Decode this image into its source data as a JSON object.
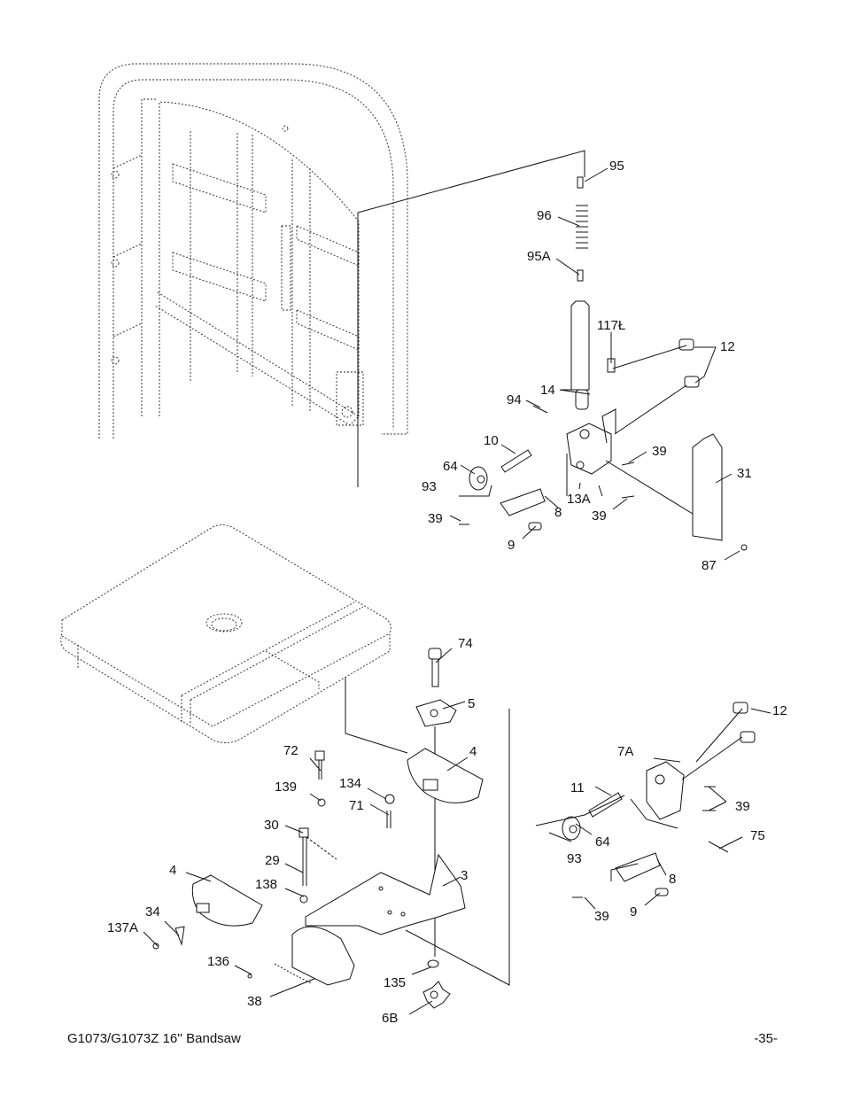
{
  "labels": {
    "p95": "95",
    "p96": "96",
    "p95a": "95A",
    "p117": "117Ł",
    "p12_top": "12",
    "p14": "14",
    "p94": "94",
    "p10": "10",
    "p39_a": "39",
    "p31": "31",
    "p64_top": "64",
    "p93_top": "93",
    "p13a": "13A",
    "p8_top": "8",
    "p39_b": "39",
    "p39_c": "39",
    "p9_top": "9",
    "p87": "87",
    "p74": "74",
    "p5": "5",
    "p12_bot": "12",
    "p72": "72",
    "p4_top": "4",
    "p7a": "7A",
    "p139": "139",
    "p134": "134",
    "p71": "71",
    "p11": "11",
    "p39_d": "39",
    "p30": "30",
    "p75": "75",
    "p64_bot": "64",
    "p93_bot": "93",
    "p29": "29",
    "p3": "3",
    "p4_left": "4",
    "p8_bot": "8",
    "p138": "138",
    "p34": "34",
    "p39_e": "39",
    "p9_bot": "9",
    "p137a": "137A",
    "p136": "136",
    "p135": "135",
    "p38": "38",
    "p6b": "6B"
  },
  "footer": {
    "title": "G1073/G1073Z 16'' Bandsaw",
    "page": "-35-"
  }
}
